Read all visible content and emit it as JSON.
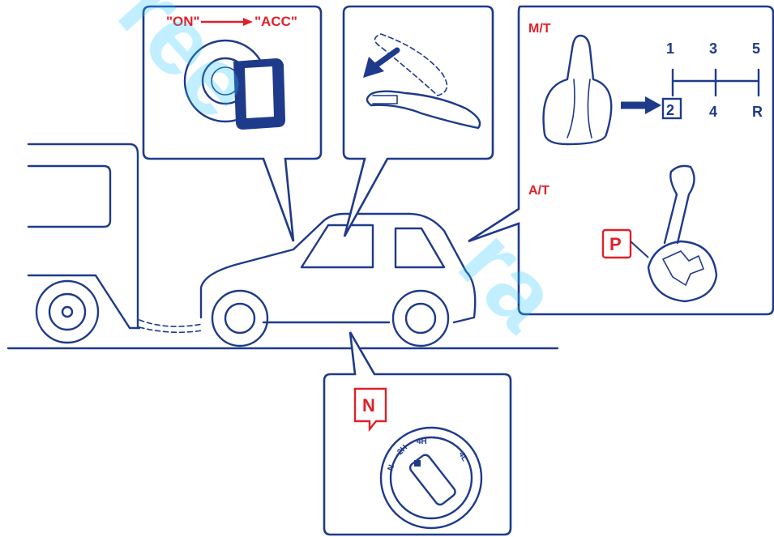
{
  "ignition_panel": {
    "from_label": "\"ON\"",
    "to_label": "\"ACC\""
  },
  "transmission_panel": {
    "mt_label": "M/T",
    "mt_gears_top": [
      "1",
      "3",
      "5"
    ],
    "mt_selected_gear": "2",
    "mt_gears_bottom": [
      "4",
      "R"
    ],
    "at_label": "A/T",
    "at_position": "P"
  },
  "transfer_panel": {
    "position": "N",
    "dial_labels": [
      "N",
      "2H",
      "4H",
      "4L"
    ]
  },
  "colors": {
    "line": "#1e3a8a",
    "accent": "#e0202a",
    "watermark": "#29c8ff"
  }
}
